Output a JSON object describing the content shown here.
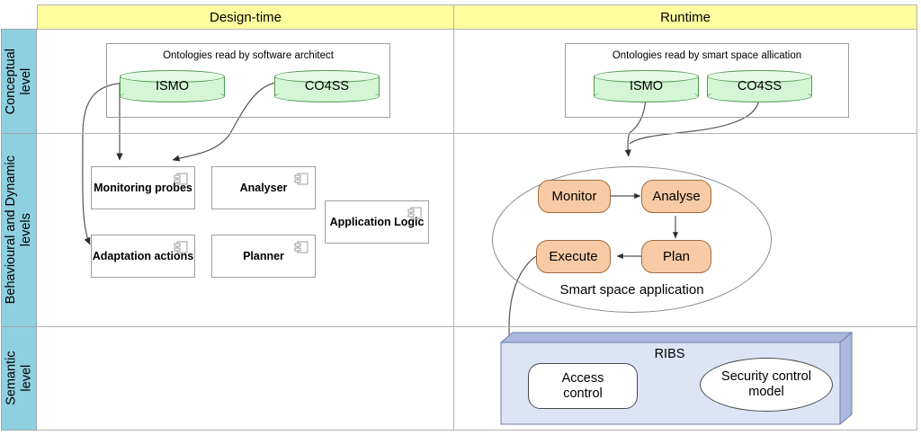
{
  "diagram": {
    "title": "Design-time / Runtime ontology-driven smart space architecture",
    "colors": {
      "phase_header": "#ffffa0",
      "level_label": "#8fd0e0",
      "ontology_cylinder": "#d5f6d5",
      "mape_node": "#f8cba6",
      "ribs_box": "#dde4f5",
      "ribs_shade": "#aab9dd",
      "connector": "#555555"
    }
  },
  "phases": [
    {
      "id": "design-time",
      "label": "Design-time"
    },
    {
      "id": "runtime",
      "label": "Runtime"
    }
  ],
  "levels": [
    {
      "id": "conceptual",
      "label": "Conceptual\nlevel",
      "line1": "Conceptual",
      "line2": "level"
    },
    {
      "id": "behavioural-dynamic",
      "label": "Behavioural and Dynamic levels",
      "line1": "Behavioural and Dynamic",
      "line2": "levels"
    },
    {
      "id": "semantic",
      "label": "Semantic level",
      "line1": "Semantic",
      "line2": "level"
    }
  ],
  "design_time": {
    "ontology_group": {
      "caption": "Ontologies read by software architect",
      "ontologies": [
        {
          "id": "ismo",
          "label": "ISMO"
        },
        {
          "id": "co4ss",
          "label": "CO4SS"
        }
      ]
    },
    "components": [
      {
        "id": "monitoring-probes",
        "label": "Monitoring probes"
      },
      {
        "id": "analyser",
        "label": "Analyser"
      },
      {
        "id": "adaptation-actions",
        "label": "Adaptation actions"
      },
      {
        "id": "planner",
        "label": "Planner"
      },
      {
        "id": "application-logic",
        "label": "Application Logic"
      }
    ]
  },
  "runtime": {
    "ontology_group": {
      "caption": "Ontologies read by smart space allication",
      "ontologies": [
        {
          "id": "ismo",
          "label": "ISMO"
        },
        {
          "id": "co4ss",
          "label": "CO4SS"
        }
      ]
    },
    "smart_space": {
      "caption": "Smart space application",
      "mape_nodes": [
        {
          "id": "monitor",
          "label": "Monitor"
        },
        {
          "id": "analyse",
          "label": "Analyse"
        },
        {
          "id": "plan",
          "label": "Plan"
        },
        {
          "id": "execute",
          "label": "Execute"
        }
      ]
    },
    "ribs": {
      "title": "RIBS",
      "access_control": {
        "id": "access-control",
        "line1": "Access",
        "line2": "control"
      },
      "security_control_model": {
        "id": "security-control-model",
        "line1": "Security control",
        "line2": "model"
      }
    }
  }
}
